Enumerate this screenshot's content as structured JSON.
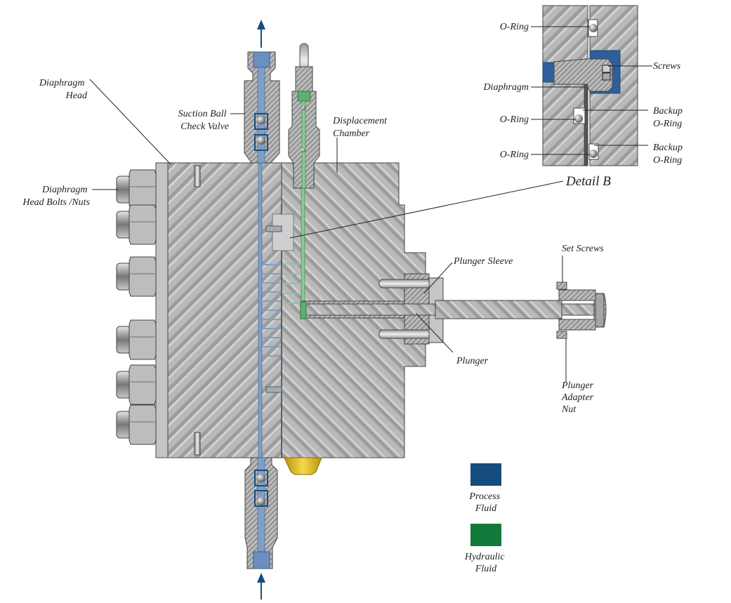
{
  "title": "Diaphragm pump head cross-section",
  "labels": {
    "diaphragm_head": [
      "Diaphragm",
      "Head"
    ],
    "head_bolts": [
      "Diaphragm",
      "Head Bolts /Nuts"
    ],
    "suction_valve": [
      "Suction Ball",
      "Check Valve"
    ],
    "displacement_chamber": [
      "Displacement",
      "Chamber"
    ],
    "detail_b": "Detail B",
    "plunger_sleeve": "Plunger Sleeve",
    "plunger": "Plunger",
    "set_screws": "Set Screws",
    "plunger_adapter_nut": [
      "Plunger",
      "Adapter",
      "Nut"
    ]
  },
  "detail": {
    "oring_top": "O-Ring",
    "screws": "Screws",
    "diaphragm": "Diaphragm",
    "oring_mid": "O-Ring",
    "backup_oring_1": [
      "Backup",
      "O-Ring"
    ],
    "oring_bottom": "O-Ring",
    "backup_oring_2": [
      "Backup",
      "O-Ring"
    ]
  },
  "legend": [
    {
      "label": [
        "Process",
        "Fluid"
      ],
      "color": "#154e7e"
    },
    {
      "label": [
        "Hydraulic",
        "Fluid"
      ],
      "color": "#127a3a"
    }
  ],
  "colors": {
    "process_fluid": "#154e7e",
    "process_fluid_light": "#7f9fc7",
    "hydraulic_fluid": "#127a3a",
    "hydraulic_fluid_light": "#8cc79a",
    "steel": "#b4b4b4",
    "fitting_yellow": "#e8c21c",
    "arrow": "#154e7e"
  }
}
